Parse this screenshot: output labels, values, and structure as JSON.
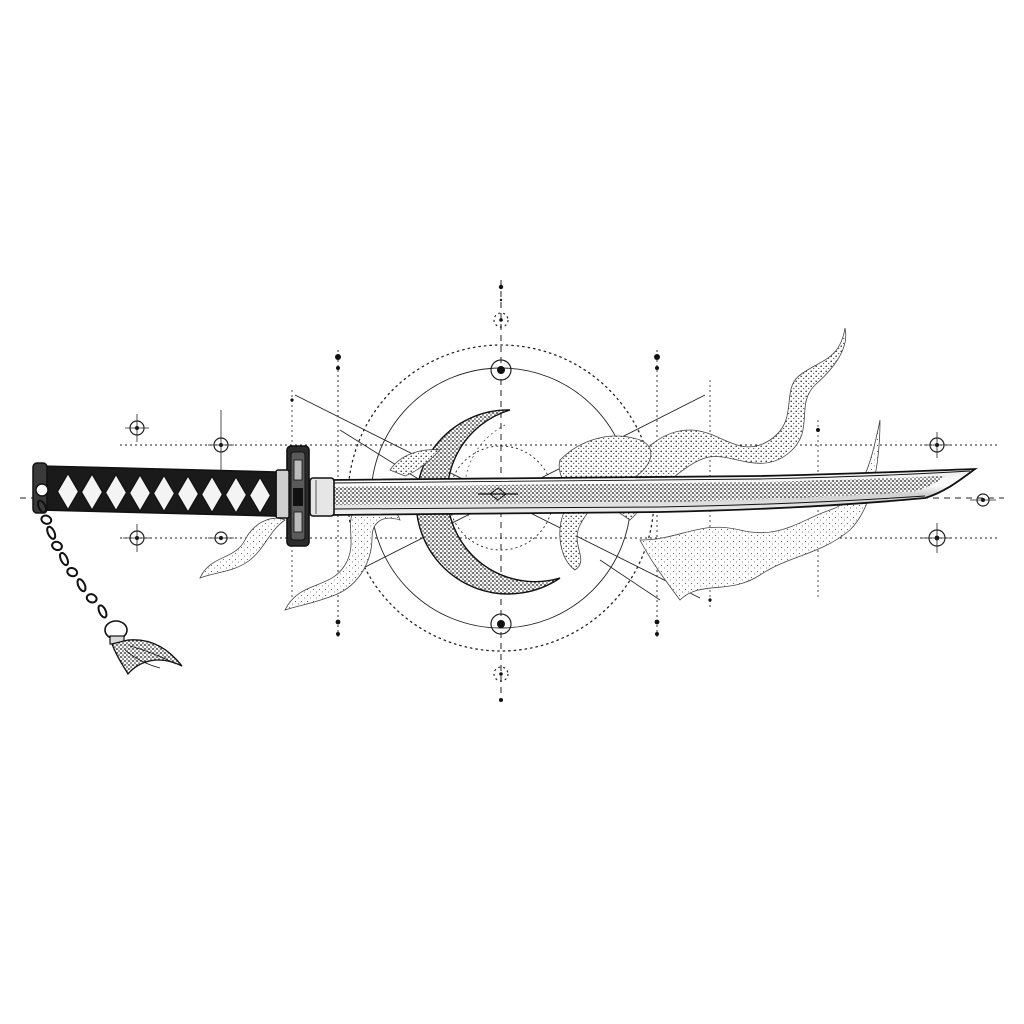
{
  "artwork": {
    "subject": "katana",
    "elements": [
      "geometric-guides",
      "crescent-moon",
      "smoke-wisps",
      "katana",
      "sageo-chain",
      "tassel"
    ]
  },
  "colors": {
    "background": "#ffffff",
    "ink": "#111111",
    "grey": "#555555",
    "light_grey": "#9a9a9a",
    "wrap_light": "#f4f4f4"
  },
  "katana": {
    "handle_wrap_diamonds": 9,
    "chain_links": 9
  }
}
